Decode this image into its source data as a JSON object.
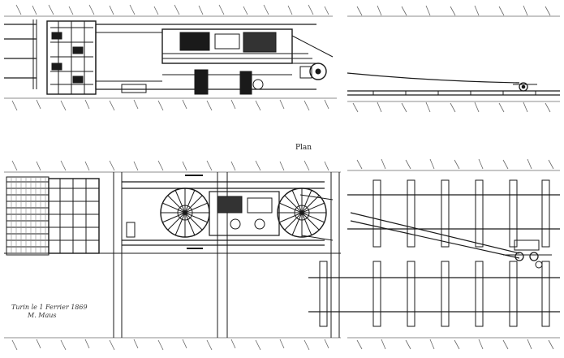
{
  "labels": {
    "plan": "Plan",
    "signature_line1": "Turin le 1 Ferrier 1869",
    "signature_line2": "M. Maus"
  },
  "views": [
    {
      "name": "elevation-machine"
    },
    {
      "name": "elevation-track-extension"
    },
    {
      "name": "plan-machine"
    },
    {
      "name": "plan-track-extension"
    }
  ],
  "colors": {
    "ink": "#1a1a1a",
    "ground": "#555555",
    "paper": "#ffffff"
  }
}
